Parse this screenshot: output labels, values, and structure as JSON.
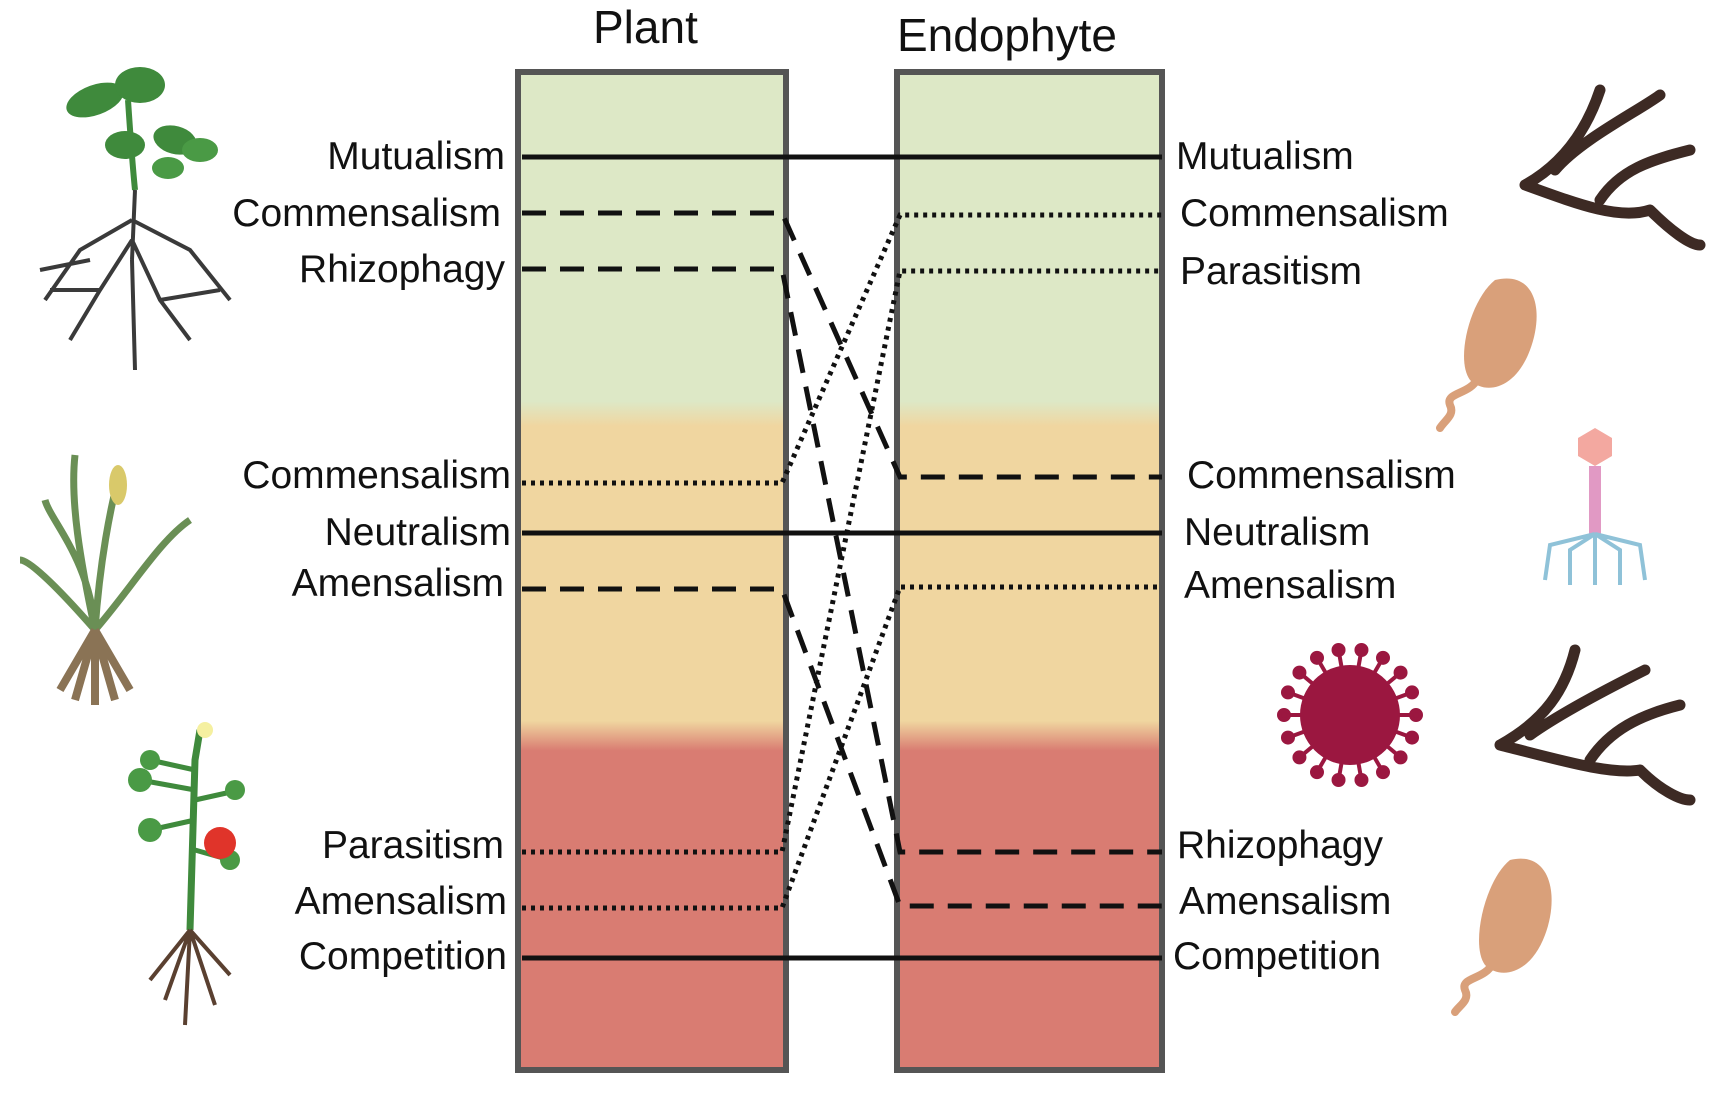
{
  "columns": {
    "plant": "Plant",
    "endophyte": "Endophyte"
  },
  "plant_labels": [
    {
      "id": "p-mutualism",
      "text": "Mutualism"
    },
    {
      "id": "p-commensalism-1",
      "text": "Commensalism"
    },
    {
      "id": "p-rhizophagy",
      "text": "Rhizophagy"
    },
    {
      "id": "p-commensalism-2",
      "text": "Commensalism"
    },
    {
      "id": "p-neutralism",
      "text": "Neutralism"
    },
    {
      "id": "p-amensalism-1",
      "text": "Amensalism"
    },
    {
      "id": "p-parasitism",
      "text": "Parasitism"
    },
    {
      "id": "p-amensalism-2",
      "text": "Amensalism"
    },
    {
      "id": "p-competition",
      "text": "Competition"
    }
  ],
  "endophyte_labels": [
    {
      "id": "e-mutualism",
      "text": "Mutualism"
    },
    {
      "id": "e-commensalism-1",
      "text": "Commensalism"
    },
    {
      "id": "e-parasitism",
      "text": "Parasitism"
    },
    {
      "id": "e-commensalism-2",
      "text": "Commensalism"
    },
    {
      "id": "e-neutralism",
      "text": "Neutralism"
    },
    {
      "id": "e-amensalism-1",
      "text": "Amensalism"
    },
    {
      "id": "e-rhizophagy",
      "text": "Rhizophagy"
    },
    {
      "id": "e-amensalism-2",
      "text": "Amensalism"
    },
    {
      "id": "e-competition",
      "text": "Competition"
    }
  ],
  "links": [
    {
      "from": "p-mutualism",
      "to": "e-mutualism",
      "style": "solid"
    },
    {
      "from": "p-commensalism-1",
      "to": "e-commensalism-2",
      "style": "dashed"
    },
    {
      "from": "p-rhizophagy",
      "to": "e-rhizophagy",
      "style": "dashed"
    },
    {
      "from": "p-commensalism-2",
      "to": "e-commensalism-1",
      "style": "dotted"
    },
    {
      "from": "p-neutralism",
      "to": "e-neutralism",
      "style": "solid"
    },
    {
      "from": "p-amensalism-1",
      "to": "e-amensalism-2",
      "style": "dashed"
    },
    {
      "from": "p-parasitism",
      "to": "e-parasitism",
      "style": "dotted"
    },
    {
      "from": "p-amensalism-2",
      "to": "e-amensalism-1",
      "style": "dotted"
    },
    {
      "from": "p-competition",
      "to": "e-competition",
      "style": "solid"
    }
  ],
  "colors": {
    "beneficial_zone": "#dde8c6",
    "neutral_zone": "#f0d6a0",
    "harmful_zone": "#d97c72",
    "bar_border": "#555555",
    "line": "#111111",
    "leaf": "#3f8a3c",
    "root": "#3a3a3a",
    "hyphae": "#3d2a24",
    "fungus": "#d9a07a",
    "virus": "#9b1740",
    "phage_head": "#f3a8a0",
    "phage_tail": "#e199c4",
    "phage_fibers": "#8fc2d8",
    "tomato": "#e0342a"
  },
  "icons": {
    "left": [
      "soybean-seedling-icon",
      "grass-plant-icon",
      "tomato-plant-icon"
    ],
    "right": [
      "fungal-hyphae-icon",
      "fungal-spore-icon",
      "bacteriophage-icon",
      "virus-icon",
      "fungal-hyphae-icon",
      "fungal-spore-icon"
    ]
  }
}
